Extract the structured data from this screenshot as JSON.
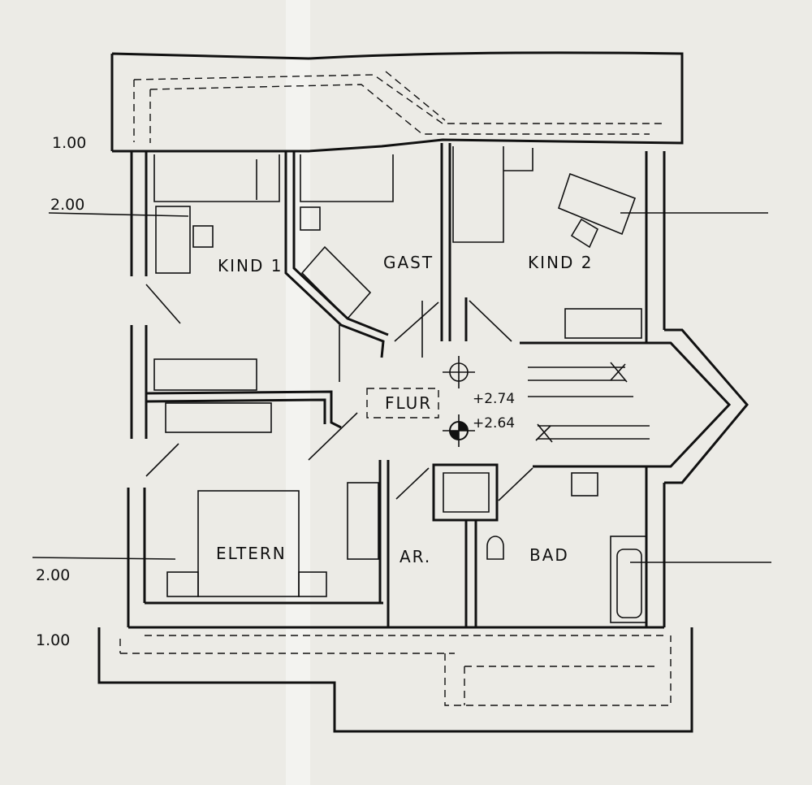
{
  "rooms": {
    "kind1": "KIND 1",
    "gast": "GAST",
    "kind2": "KIND 2",
    "flur": "FLUR",
    "eltern": "ELTERN",
    "ar": "AR.",
    "bad": "BAD"
  },
  "elevations": {
    "upper": "+2.74",
    "lower": "+2.64"
  },
  "levels": {
    "top_left_1": "1.00",
    "top_left_2": "2.00",
    "bottom_left_2": "2.00",
    "bottom_left_1": "1.00"
  },
  "colors": {
    "paper": "#ecebe6",
    "ink": "#111111"
  }
}
